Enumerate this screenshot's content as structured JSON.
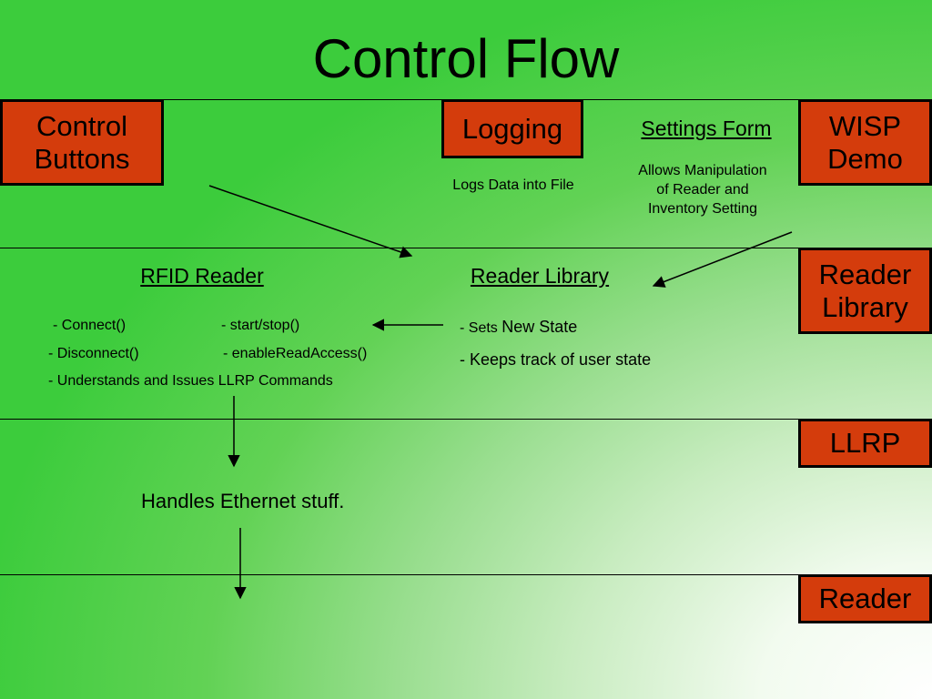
{
  "title": "Control Flow",
  "boxes": {
    "control_buttons": "Control Buttons",
    "logging": "Logging",
    "wisp_demo": "WISP Demo",
    "reader_library": "Reader Library",
    "llrp": "LLRP",
    "reader": "Reader"
  },
  "labels": {
    "settings_form": "Settings Form",
    "settings_desc": "Allows Manipulation of Reader and Inventory Setting",
    "logs_desc": "Logs Data into File",
    "rfid_reader": "RFID Reader",
    "reader_library_heading": "Reader Library",
    "connect": "- Connect()",
    "start_stop": "- start/stop()",
    "disconnect": "- Disconnect()",
    "enable_read": "- enableReadAccess()",
    "llrp_commands": "- Understands and Issues LLRP Commands",
    "sets_prefix": "- Sets",
    "new_state": "New State",
    "keeps_track": "- Keeps track of user state",
    "ethernet": "Handles Ethernet stuff."
  },
  "colors": {
    "box_fill": "#d43c0c",
    "background_green": "#3ccc3c"
  }
}
